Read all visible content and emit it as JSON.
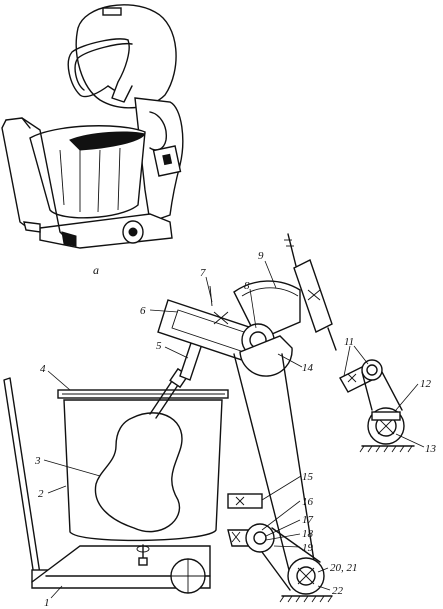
{
  "figure": {
    "subfigure_a_label": "a",
    "part_labels": {
      "p1": "1",
      "p2": "2",
      "p3": "3",
      "p4": "4",
      "p5": "5",
      "p6": "6",
      "p7": "7",
      "p8": "8",
      "p9": "9",
      "p11": "11",
      "p12": "12",
      "p13": "13",
      "p14": "14",
      "p15": "15",
      "p16": "16",
      "p17": "17",
      "p18": "18",
      "p19": "19",
      "p2021": "20, 21",
      "p22": "22"
    }
  }
}
